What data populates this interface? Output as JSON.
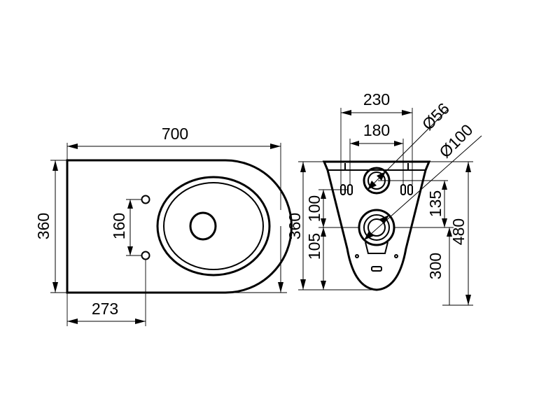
{
  "top_view": {
    "dim_length": "700",
    "dim_width_left": "360",
    "dim_width_right": "360",
    "dim_holes_spacing": "160",
    "dim_holes_offset": "273"
  },
  "rear_view": {
    "dim_outer": "230",
    "dim_inner": "180",
    "dim_small_pipe": "Ø56",
    "dim_large_pipe": "Ø100",
    "dim_left_upper": "100",
    "dim_left_lower": "105",
    "dim_right_upper": "135",
    "dim_right_total": "480",
    "dim_right_lower": "300"
  }
}
